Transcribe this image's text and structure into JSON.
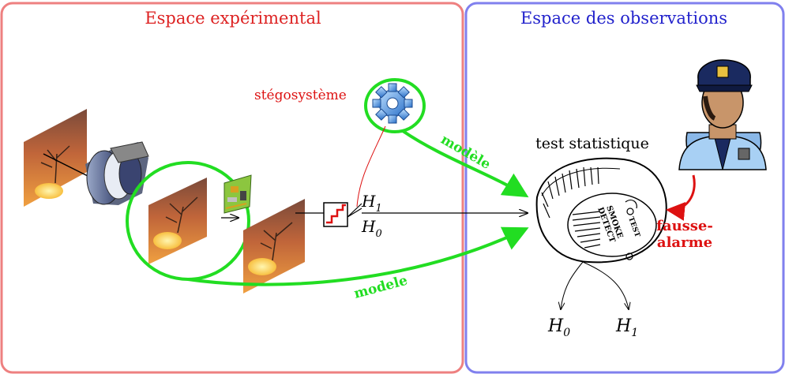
{
  "panels": {
    "left_title": "Espace expérimental",
    "right_title": "Espace des observations"
  },
  "labels": {
    "stegosystem": "stégosystème",
    "test": "test statistique",
    "model_top": "modèle",
    "model_bottom": "modele",
    "false_alarm_1": "fausse-",
    "false_alarm_2": "alarme",
    "h1_mid": "H",
    "h1_mid_sub": "1",
    "h0_mid": "H",
    "h0_mid_sub": "0",
    "h0_bottom": "H",
    "h0_bottom_sub": "0",
    "h1_bottom": "H",
    "h1_bottom_sub": "1",
    "detector_smoke": "SMOKE",
    "detector_detect": "DETECT",
    "detector_test": "TEST"
  },
  "colors": {
    "left_border": "#ee8080",
    "left_title": "#dd2222",
    "right_border": "#8080ee",
    "right_title": "#2222cc",
    "green": "#22dd22",
    "red": "#dd1111"
  }
}
